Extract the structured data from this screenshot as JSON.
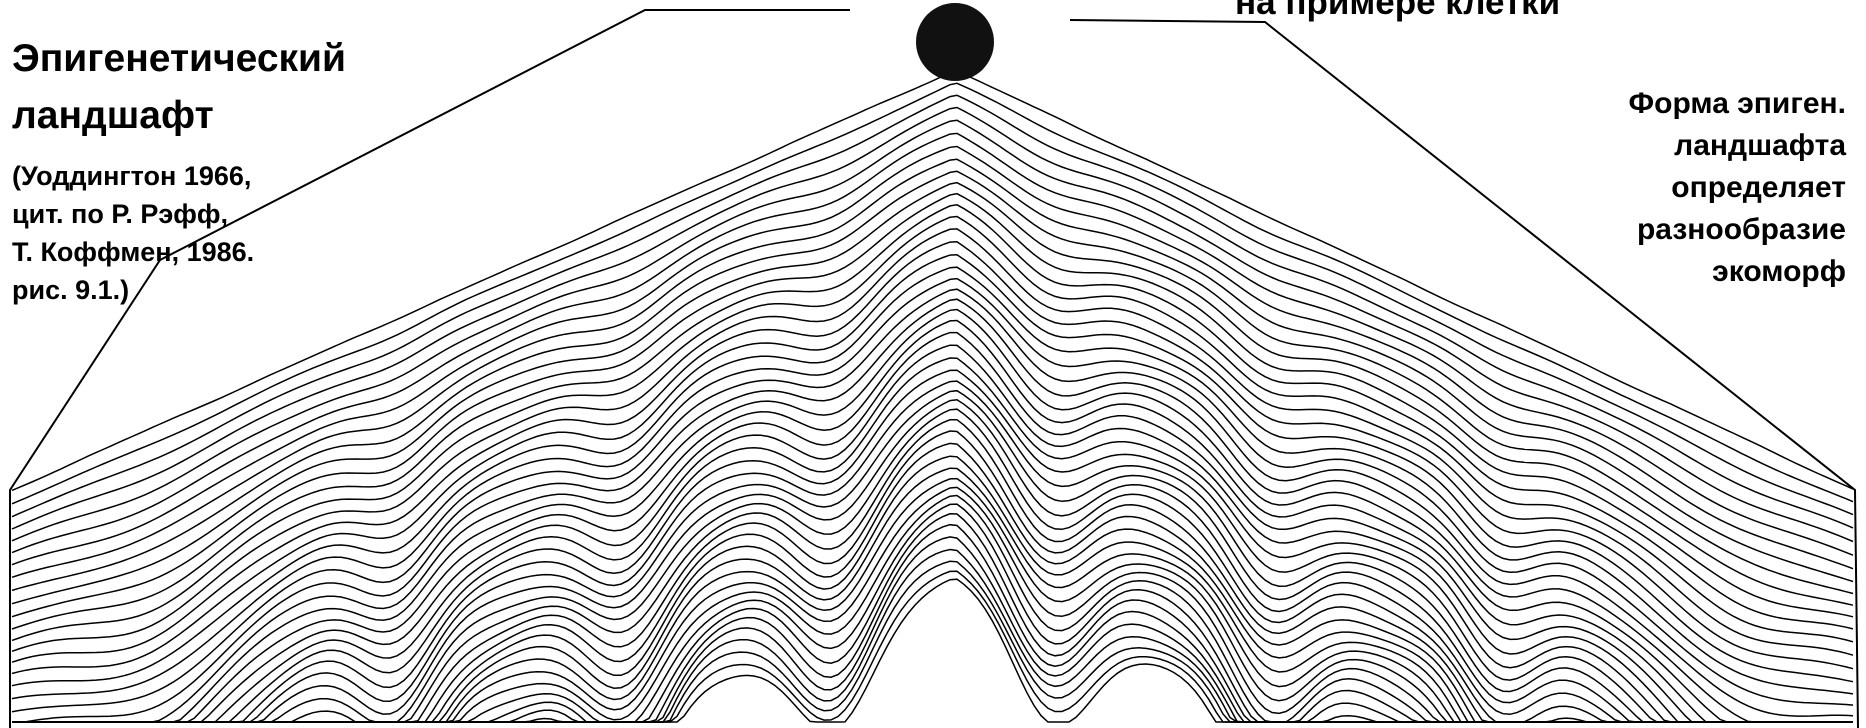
{
  "header_fragment": "на примере клетки",
  "left_title": {
    "line1": "Эпигенетический",
    "line2": "ландшафт"
  },
  "left_citation": [
    "(Уоддингтон 1966,",
    "цит. по Р. Рэфф,",
    "Т. Коффмен, 1986.",
    "рис. 9.1.)"
  ],
  "right_note": [
    "Форма эпиген.",
    "ландшафта",
    "определяет",
    "разнообразие",
    "экоморф"
  ],
  "colors": {
    "ink": "#000000",
    "background": "#ffffff"
  }
}
